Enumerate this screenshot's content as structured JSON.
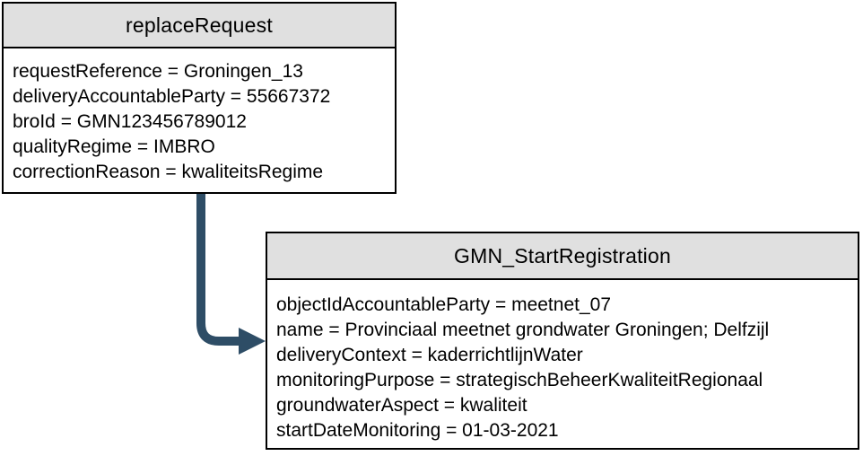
{
  "diagram": {
    "arrow_color": "#2e4d66",
    "header_fill_color": "#e0e0e0",
    "box_border_color": "#000000",
    "replace_request": {
      "title": "replaceRequest",
      "attributes": [
        "requestReference = Groningen_13",
        "deliveryAccountableParty = 55667372",
        "broId = GMN123456789012",
        "qualityRegime = IMBRO",
        "correctionReason = kwaliteitsRegime"
      ]
    },
    "gmn_start_registration": {
      "title": "GMN_StartRegistration",
      "attributes": [
        "objectIdAccountableParty = meetnet_07",
        "name = Provinciaal meetnet grondwater Groningen; Delfzijl",
        "deliveryContext = kaderrichtlijnWater",
        "monitoringPurpose = strategischBeheerKwaliteitRegionaal",
        "groundwaterAspect = kwaliteit",
        "startDateMonitoring = 01-03-2021"
      ]
    }
  }
}
